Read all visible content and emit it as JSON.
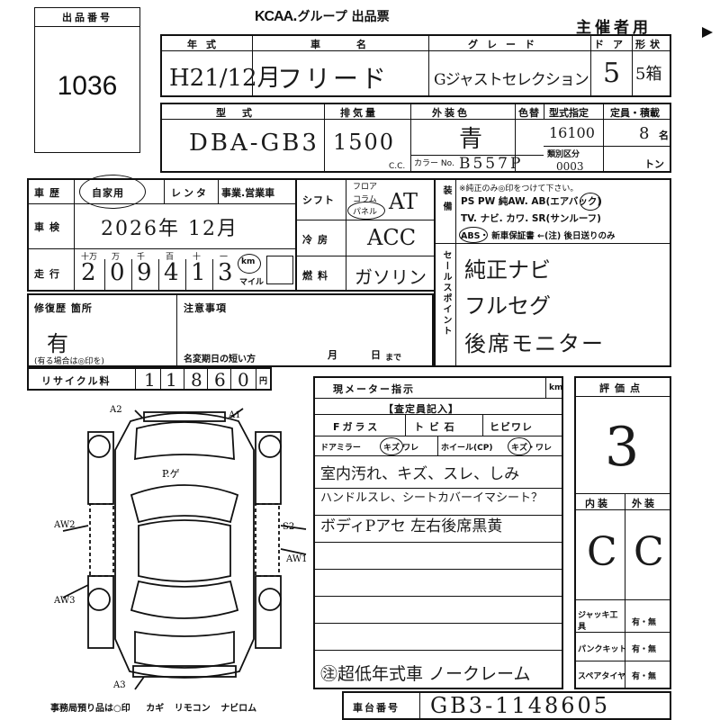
{
  "header": {
    "lot_label": "出品番号",
    "lot_no": "1036",
    "brand": "KCAA",
    "title_rest": ".グループ 出品票",
    "organizer": "主催者用"
  },
  "row1": {
    "year_label": "年式",
    "year_value": "H21/12月",
    "name_label": "車名",
    "name_value": "フリード",
    "grade_label": "グレード",
    "grade_value": "Gジャストセレクション",
    "door_label": "ドア",
    "door_value": "5",
    "shape_label": "形状",
    "shape_value": "5箱"
  },
  "row2": {
    "model_label": "型式",
    "model_value": "DBA-GB3",
    "disp_label": "排気量",
    "disp_value": "1500",
    "disp_unit": "C.C.",
    "ext_label": "外装色",
    "ext_value": "青",
    "repaint_label": "色替",
    "color_no_label": "カラー No.",
    "color_no_value": "B557P",
    "model_no_label": "型式指定",
    "model_no_value": "16100",
    "class_label": "類別区分",
    "class_value": "0003",
    "capacity_label": "定員・積載",
    "capacity_value": "8",
    "capacity_unit": "名",
    "ton_unit": "トン"
  },
  "history": {
    "label": "車歴",
    "options": [
      "自家用",
      "レンタ",
      "事業.営業車"
    ]
  },
  "inspection": {
    "label": "車検",
    "value": "2026年 12月"
  },
  "mileage": {
    "label": "走行",
    "places": [
      "十万",
      "万",
      "千",
      "百",
      "十",
      "一"
    ],
    "digits": [
      "2",
      "0",
      "9",
      "4",
      "1",
      "3"
    ],
    "unit_km": "km",
    "unit_mile": "マイル"
  },
  "shift": {
    "label": "シフト",
    "opts": [
      "フロア",
      "コラム",
      "パネル"
    ],
    "value": "AT"
  },
  "aircon": {
    "label": "冷房",
    "value": "ACC"
  },
  "fuel": {
    "label": "燃料",
    "value": "ガソリン"
  },
  "equipment": {
    "label": "装備",
    "note": "※純正のみ◎印をつけて下さい。",
    "line1": "PS PW 純AW. AB(エアバック)",
    "line2": "TV. ナビ. カワ. SR(サンルーフ)",
    "line3": "ABS・ 新車保証書 ←(注) 後日送りのみ"
  },
  "selling_points": {
    "label": "セールスポイント",
    "items": [
      "純正ナビ",
      "フルセグ",
      "後席モニター"
    ]
  },
  "repair": {
    "label": "修復歴 箇所",
    "value": "有",
    "note": "(有る場合は◎印を)"
  },
  "notes": {
    "label": "注意事項",
    "rename_label": "名変期日の短い方",
    "month": "月",
    "day": "日",
    "until": "まで"
  },
  "recycle": {
    "label": "リサイクル料",
    "digits": [
      "1",
      "1",
      "8",
      "6",
      "0"
    ],
    "unit": "円"
  },
  "meter": {
    "label": "現メーター指示",
    "unit": "km"
  },
  "inspector": {
    "title": "【査定員記入】",
    "glass_label": "Fガラス",
    "glass_opts": "ト ビ 石",
    "glass_opts2": "ヒビワレ",
    "mirror_label": "ドアミラー",
    "mirror_opts": "キズ ワレ",
    "wheel_label": "ホイール(CP)",
    "wheel_opts": "キズ・ワレ",
    "remarks": [
      "室内汚れ、キズ、スレ、しみ",
      "ハンドルスレ、シートカバーイマシート？",
      "ボディPアセ 左右後席黒黄"
    ],
    "bottom_note": "㊟超低年式車 ノークレーム"
  },
  "diagram": {
    "marks": [
      "A2",
      "A1",
      "AW2",
      "S2",
      "AW1",
      "AW3",
      "A3",
      "P.ゲ"
    ]
  },
  "rating": {
    "label": "評価点",
    "score": "3",
    "interior_label": "内装",
    "interior_value": "C",
    "exterior_label": "外装",
    "exterior_value": "C"
  },
  "tools": {
    "jack_label": "ジャッキ工具",
    "jack_opt": "有・無",
    "puncture_label": "パンクキット",
    "puncture_opt": "有・無",
    "spare_label": "スペアタイヤ",
    "spare_opt": "有・無"
  },
  "office": {
    "text": "事務局預り品は○印",
    "items": [
      "カギ",
      "リモコン",
      "ナビロム"
    ]
  },
  "chassis": {
    "label": "車台番号",
    "value": "GB3-1148605"
  }
}
